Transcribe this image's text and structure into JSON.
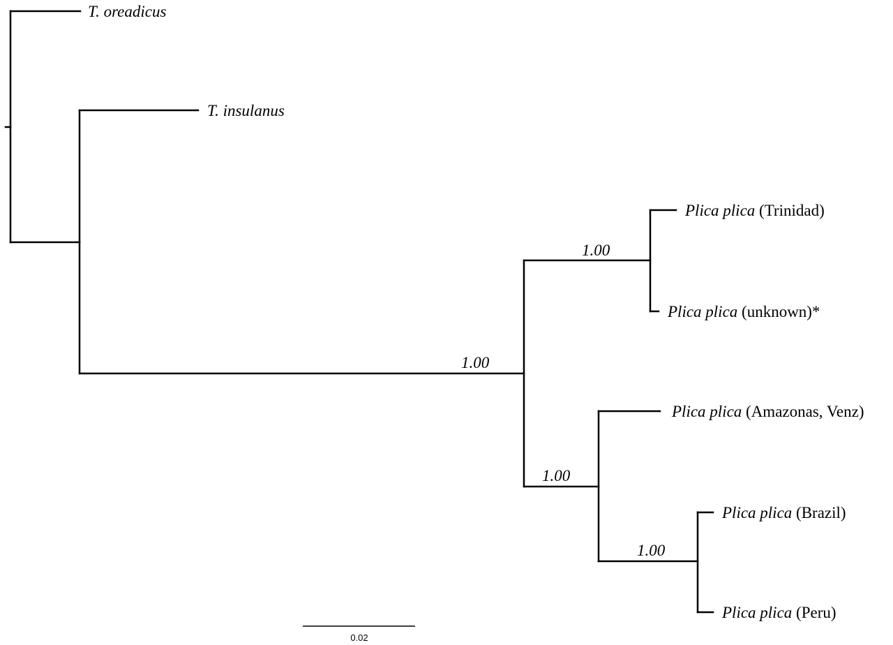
{
  "tree": {
    "taxa": [
      {
        "id": "t-oreadicus",
        "genus_species": "T. oreadicus",
        "locality": ""
      },
      {
        "id": "t-insulanus",
        "genus_species": "T. insulanus",
        "locality": ""
      },
      {
        "id": "plica-trinidad",
        "genus_species": "Plica plica",
        "locality": "(Trinidad)"
      },
      {
        "id": "plica-unknown",
        "genus_species": "Plica plica",
        "locality": "(unknown)*"
      },
      {
        "id": "plica-amazonas",
        "genus_species": "Plica plica",
        "locality": "(Amazonas, Venz)"
      },
      {
        "id": "plica-brazil",
        "genus_species": "Plica plica",
        "locality": "(Brazil)"
      },
      {
        "id": "plica-peru",
        "genus_species": "Plica plica",
        "locality": "(Peru)"
      }
    ],
    "support_values": {
      "plica_clade": "1.00",
      "trinidad_unknown": "1.00",
      "amazonas_brazil_peru": "1.00",
      "brazil_peru": "1.00"
    },
    "scale_bar": {
      "label": "0.02"
    }
  }
}
